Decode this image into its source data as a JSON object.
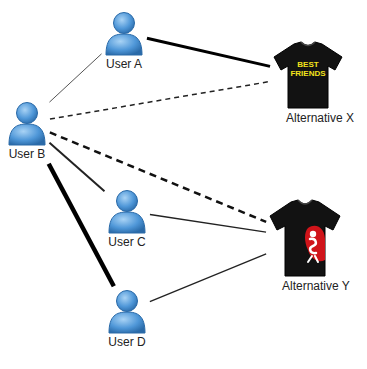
{
  "diagram": {
    "nodes": [
      {
        "text": [
          "User A"
        ]
      },
      {
        "text": [
          "Alternative X"
        ]
      },
      {
        "text": [
          "User B"
        ]
      },
      {
        "text": [
          "User C"
        ]
      },
      {
        "text": [
          "Alternative Y"
        ]
      },
      {
        "text": [
          "User D"
        ]
      }
    ],
    "edges": [
      {
        "from": 0,
        "to": 2,
        "arrow": "none"
      },
      {
        "from": 0,
        "to": 1,
        "arrow": "none"
      },
      {
        "from": 2,
        "to": 1,
        "arrow": "none"
      },
      {
        "from": 2,
        "to": 4,
        "arrow": "none"
      },
      {
        "from": 2,
        "to": 3,
        "arrow": "none"
      },
      {
        "from": 2,
        "to": 5,
        "arrow": "none"
      },
      {
        "from": 3,
        "to": 4,
        "arrow": "none"
      },
      {
        "from": 5,
        "to": 4,
        "arrow": "none"
      }
    ],
    "labels": [
      "BEST FRIENDS"
    ]
  }
}
